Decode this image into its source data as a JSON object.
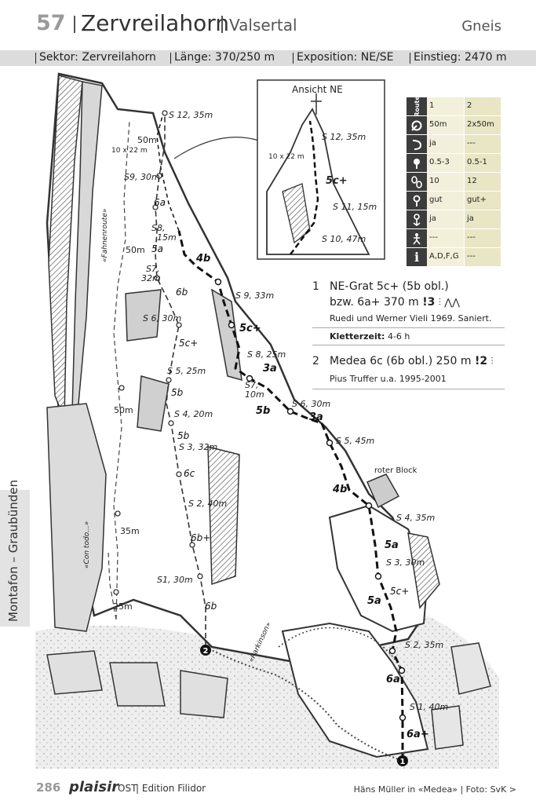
{
  "header": {
    "number": "57",
    "title": "Zervreilahorn",
    "subtitle": "Valsertal",
    "rock": "Gneis"
  },
  "band": {
    "sektor": "Sektor: Zervreilahorn",
    "laenge": "Länge: 370/250 m",
    "exposition": "Exposition: NE/SE",
    "einstieg": "Einstieg: 2470 m"
  },
  "side_tab": "Montafon – Graubünden",
  "inset": {
    "title": "Ansicht NE"
  },
  "route_table": {
    "rows": [
      {
        "icon": "route-header-icon",
        "c1": "1",
        "c2": "2"
      },
      {
        "icon": "rope-icon",
        "c1": "50m",
        "c2": "2x50m"
      },
      {
        "icon": "abseil-icon",
        "c1": "ja",
        "c2": "---"
      },
      {
        "icon": "friends-icon",
        "c1": "0.5-3",
        "c2": "0.5-1"
      },
      {
        "icon": "quickdraw-icon",
        "c1": "10",
        "c2": "12"
      },
      {
        "icon": "belay-icon",
        "c1": "gut",
        "c2": "gut+"
      },
      {
        "icon": "lowering-icon",
        "c1": "ja",
        "c2": "ja"
      },
      {
        "icon": "climber-icon",
        "c1": "---",
        "c2": "---"
      },
      {
        "icon": "info-icon",
        "c1": "A,D,F,G",
        "c2": "---"
      }
    ],
    "header_icon_text": "Route",
    "info_icon_text": "i"
  },
  "routes": {
    "r1": {
      "num": "1",
      "name": "NE-Grat  5c+ (5b obl.)",
      "alt": "bzw. 6a+ 370 m",
      "rating": "!3",
      "credit": "Ruedi und Werner Vieli 1969. Saniert.",
      "time_label": "Kletterzeit:",
      "time_value": "4-6 h"
    },
    "r2": {
      "num": "2",
      "name": "Medea 6c (6b obl.) 250 m",
      "rating": "!2",
      "credit": "Pius Truffer u.a. 1995-2001"
    }
  },
  "topo_labels": {
    "s12": "S 12, 35m",
    "s11": "S 11, 15m",
    "s10": "S 10, 47m",
    "s9a": "S9, 30m",
    "s9b": "S 9, 33m",
    "s8a": "S8,",
    "s8b": "15m",
    "s8c": "S 8, 25m",
    "s7a": "S7,",
    "s7b": "32m",
    "s7c": "S7,",
    "s7d": "10m",
    "s6a": "S 6, 30m",
    "s6b": "S 6, 30m",
    "s5a": "S 5, 25m",
    "s5b": "S 5, 45m",
    "s4a": "S 4, 20m",
    "s4b": "S 4, 35m",
    "s3a": "S 3, 32m",
    "s3b": "S 3, 30m",
    "s2a": "S 2, 40m",
    "s2b": "S 2, 35m",
    "s1a": "S1, 30m",
    "s1b": "S 1, 40m",
    "m50a": "50m",
    "m50b": "50m",
    "m50c": "50m",
    "m35": "35m",
    "m25": "25m",
    "abseil": "10 x 22 m",
    "fahnen": "«Fahnenroute»",
    "contodo": "«Con todo...»",
    "parkinson": "«Parkinson»",
    "roter": "roter Block",
    "g6a_1": "6a",
    "g5a_1": "5a",
    "g4b_1": "4b",
    "g6b_1": "6b",
    "g5cp_1": "5c+",
    "g5b_1": "5b",
    "g5b_2": "5b",
    "g6c": "6c",
    "g6bp": "6b+",
    "g6b_2": "6b",
    "g5cp_2": "5c+",
    "g3a_1": "3a",
    "g5b_3": "5b",
    "g3a_2": "3a",
    "g4b_2": "4b",
    "g5a_2": "5a",
    "g5a_3": "5a",
    "g5cp_3": "5c+",
    "g6a_2": "6a",
    "g6ap": "6a+",
    "g5cp_inset": "5c+",
    "start1": "1",
    "start2": "2"
  },
  "footer": {
    "page": "286",
    "brand": "plaisir",
    "ost": "OST",
    "edition": "| Edition Filidor",
    "caption": "Häns Müller in «Medea» | Foto: SvK  >"
  }
}
